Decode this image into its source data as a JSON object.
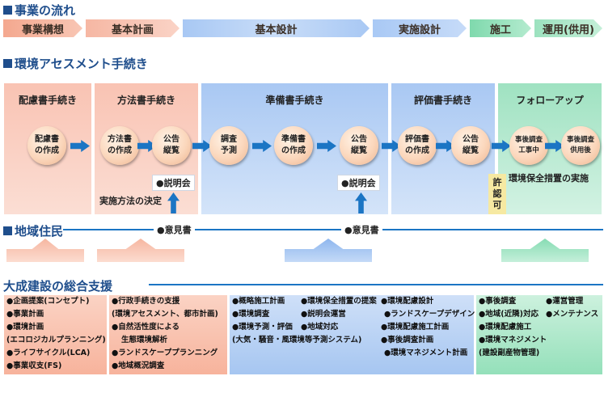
{
  "sections": {
    "flow_title": "事業の流れ",
    "assessment_title": "環境アセスメント手続き",
    "residents_title": "地域住民",
    "support_title": "大成建設の総合支援"
  },
  "flow": [
    "事業構想",
    "基本計画",
    "基本設計",
    "実施設計",
    "施工",
    "運用(供用)"
  ],
  "procedures": {
    "panels": [
      "配慮書手続き",
      "方法書手続き",
      "準備書手続き",
      "評価書手続き",
      "フォローアップ"
    ],
    "circles": {
      "c1": [
        "配慮書",
        "の作成"
      ],
      "c2": [
        "方法書",
        "の作成"
      ],
      "c3": [
        "公告",
        "縦覧"
      ],
      "c4": [
        "調査",
        "予測"
      ],
      "c5": [
        "準備書",
        "の作成"
      ],
      "c6": [
        "公告",
        "縦覧"
      ],
      "c7": [
        "評価書",
        "の作成"
      ],
      "c8": [
        "公告",
        "縦覧"
      ],
      "c9": [
        "事後調査",
        "工事中"
      ],
      "c10": [
        "事後調査",
        "供用後"
      ]
    },
    "briefing1": "●説明会",
    "briefing2": "●説明会",
    "method_decision": "実施方法の決定",
    "permit": [
      "許",
      "認",
      "可"
    ],
    "env_measures": "環境保全措置の実施",
    "opinion1": "●意見書",
    "opinion2": "●意見書"
  },
  "support": {
    "col1": [
      "●企画提案(コンセプト)",
      "●事業計画",
      "●環境計画",
      "(エコロジカルプランニング)",
      "●ライフサイクル(LCA)",
      "●事業収支(FS)"
    ],
    "col2": [
      "●行政手続きの支援",
      "(環境アセスメント、都市計画)",
      "●自然活性度による",
      "生態環境解析",
      "●ランドスケーププランニング",
      "●地域概況調査"
    ],
    "col3a": [
      "●概略施工計画",
      "●環境調査",
      "●環境予測・評価",
      "(大気・騒音・風環境等予測システム)"
    ],
    "col3b": [
      "●環境保全措置の提案",
      "●説明会運営",
      "●地域対応"
    ],
    "col3c": [
      "●環境配慮設計",
      "●ランドスケープデザイン",
      "●環境配慮施工計画",
      "●事後調査計画",
      "●環境マネジメント計画"
    ],
    "col4a": [
      "●事後調査",
      "●地域(近隣)対応",
      "●環境配慮施工",
      "●環境マネジメント",
      "(建設副産物管理)"
    ],
    "col4b": [
      "●運営管理",
      "●メンテナンス"
    ]
  }
}
